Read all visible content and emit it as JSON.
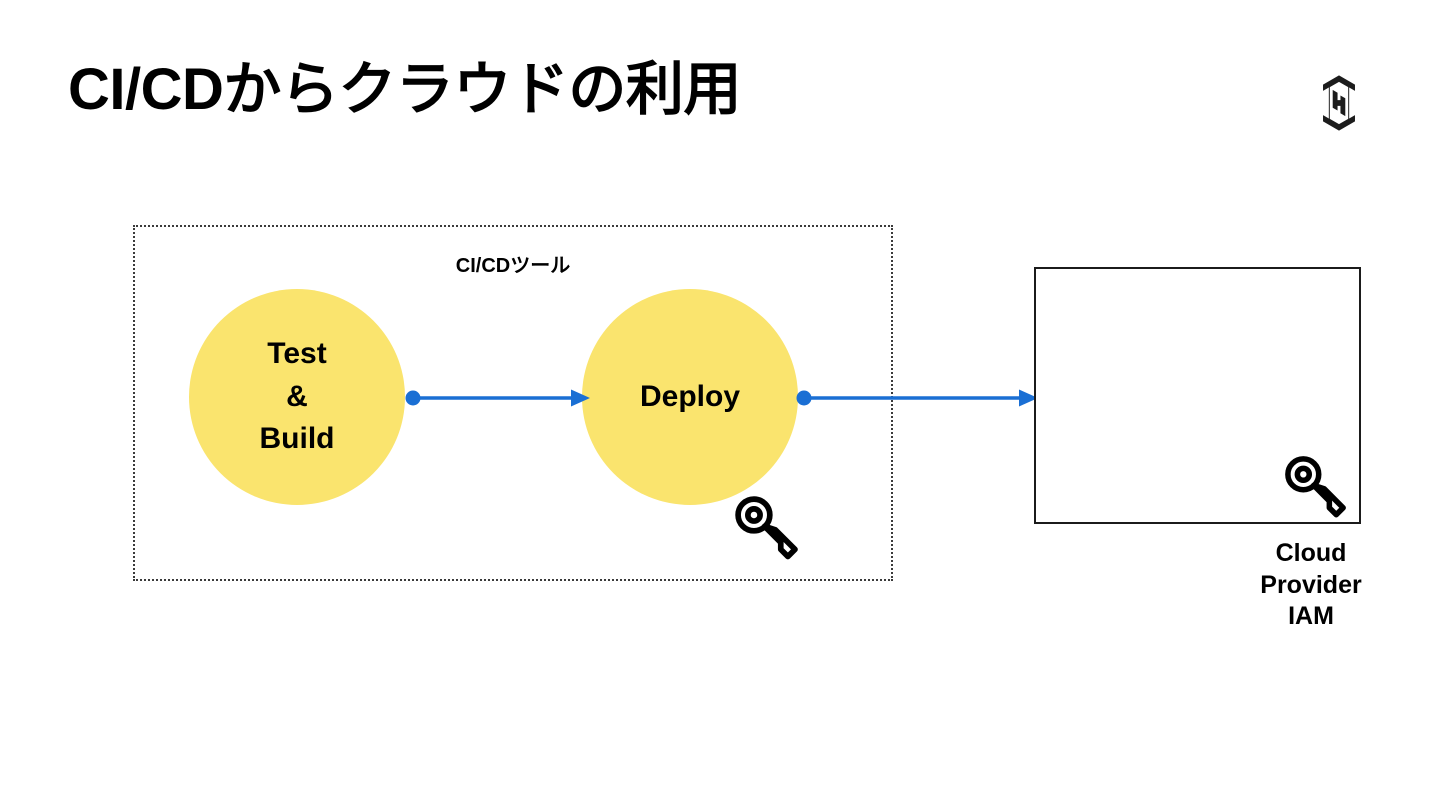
{
  "slide": {
    "title": "CI/CDからクラウドの利用",
    "background_color": "#ffffff"
  },
  "brand": {
    "logo_name": "hashicorp-logo",
    "color": "#1c1c1c"
  },
  "cicd_container": {
    "label": "CI/CDツール",
    "border_style": "dotted",
    "border_color": "#3b3b3b"
  },
  "stages": [
    {
      "id": "test-build",
      "label": "Test\n&\nBuild",
      "shape": "circle",
      "fill": "#FAE46E"
    },
    {
      "id": "deploy",
      "label": "Deploy",
      "shape": "circle",
      "fill": "#FAE46E"
    }
  ],
  "connectors": [
    {
      "id": "build-to-deploy",
      "from": "test-build",
      "to": "deploy",
      "color": "#1a6fd4",
      "start_marker": "dot",
      "end_marker": "arrow"
    },
    {
      "id": "deploy-to-cloud",
      "from": "deploy",
      "to": "cloud-provider-iam",
      "color": "#1a6fd4",
      "start_marker": "dot",
      "end_marker": "arrow"
    }
  ],
  "icons": [
    {
      "id": "key-deploy",
      "name": "key-icon",
      "color": "#000000"
    },
    {
      "id": "key-cloud",
      "name": "key-icon",
      "color": "#000000"
    }
  ],
  "cloud_provider": {
    "label": "Cloud\nProvider\nIAM",
    "border_color": "#1b1b1b",
    "fill": "#ffffff"
  },
  "colors": {
    "accent_blue": "#1a6fd4",
    "stage_yellow": "#FAE46E",
    "ink": "#000000"
  }
}
